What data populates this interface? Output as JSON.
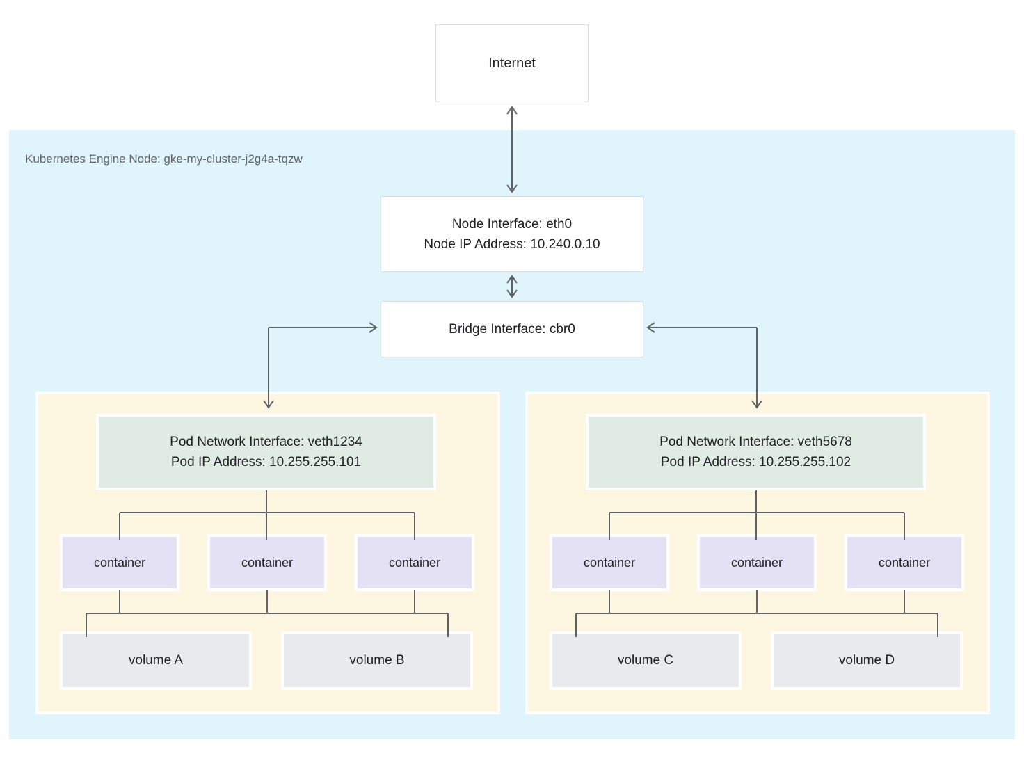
{
  "internet": {
    "label": "Internet"
  },
  "node": {
    "label": "Kubernetes Engine Node: gke-my-cluster-j2g4a-tqzw"
  },
  "node_interface": {
    "line1": "Node Interface: eth0",
    "line2": "Node IP Address: 10.240.0.10"
  },
  "bridge_interface": {
    "label": "Bridge Interface: cbr0"
  },
  "pods": [
    {
      "interface_line1": "Pod Network Interface: veth1234",
      "interface_line2": "Pod IP Address: 10.255.255.101",
      "containers": [
        "container",
        "container",
        "container"
      ],
      "volumes": [
        "volume A",
        "volume B"
      ]
    },
    {
      "interface_line1": "Pod Network Interface: veth5678",
      "interface_line2": "Pod IP Address: 10.255.255.102",
      "containers": [
        "container",
        "container",
        "container"
      ],
      "volumes": [
        "volume C",
        "volume D"
      ]
    }
  ],
  "colors": {
    "node_background": "#E0F4FC",
    "pod_background": "#FDF7E2",
    "pod_interface_background": "#DFEBE3",
    "container_background": "#E4E1F4",
    "volume_background": "#E8EAED",
    "connector_line": "#5F6368",
    "box_border": "#DADCE0",
    "label_text": "#5F6368",
    "box_text": "#202124"
  }
}
